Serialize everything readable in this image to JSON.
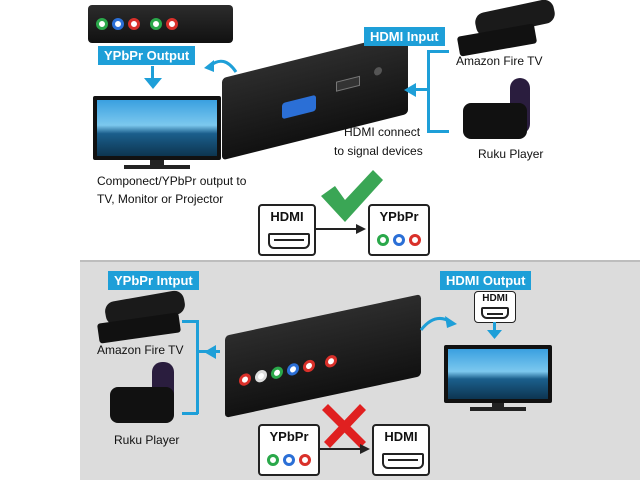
{
  "top": {
    "ypbpr_output_tag": "YPbPr Output",
    "hdmi_input_tag": "HDMI Input",
    "amazon_label": "Amazon Fire TV",
    "ruku_label": "Ruku Player",
    "hdmi_connect_line1": "HDMI connect",
    "hdmi_connect_line2": "to signal devices",
    "component_line1": "Componect/YPbPr output to",
    "component_line2": "TV, Monitor or Projector",
    "box_from": "HDMI",
    "box_to": "YPbPr"
  },
  "bottom": {
    "ypbpr_input_tag": "YPbPr Intput",
    "hdmi_output_tag": "HDMI Output",
    "amazon_label": "Amazon Fire TV",
    "ruku_label": "Ruku Player",
    "hdmi_mini_label": "HDMI",
    "box_from": "YPbPr",
    "box_to": "HDMI"
  },
  "colors": {
    "accent": "#1e9fd8",
    "check": "#3aa655",
    "cross": "#e02020",
    "rca_green": "#2aa84a",
    "rca_blue": "#2b6fd6",
    "rca_red": "#d9302a"
  },
  "icons": {
    "check": "check-icon",
    "cross": "cross-icon"
  }
}
